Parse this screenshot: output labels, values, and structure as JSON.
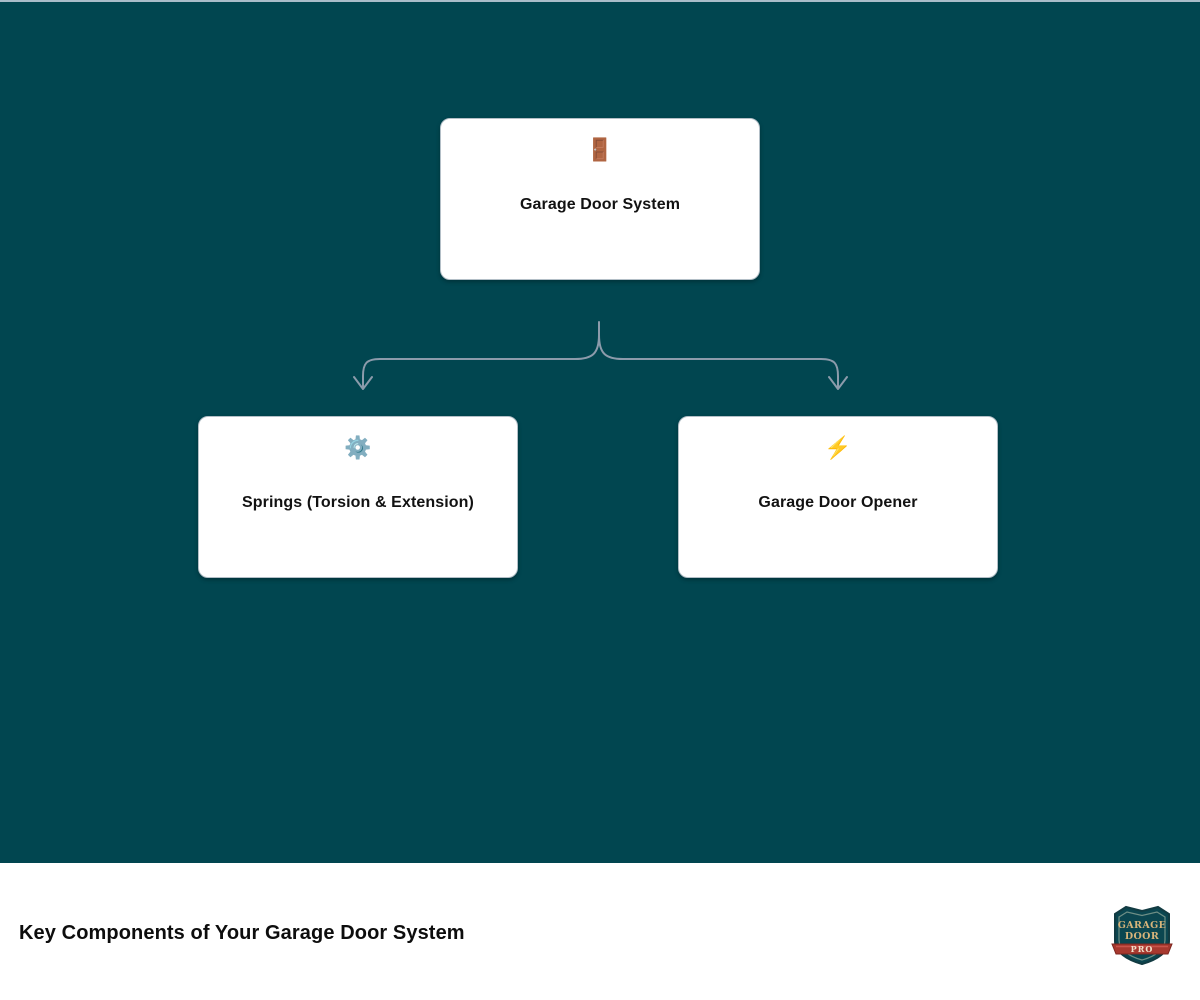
{
  "theme": {
    "canvas_bg": "#014650",
    "card_bg": "#ffffff",
    "card_border": "#b3bfc7",
    "connector_color": "#8c9bab",
    "footer_bg": "#ffffff",
    "footer_rule": "#a9bdc9",
    "title_color": "#0d0d0d",
    "logo_shield": "#0b4650",
    "logo_text": "#d8b47a",
    "logo_ribbon": "#a8392f"
  },
  "diagram": {
    "type": "hierarchy",
    "root": {
      "id": "garage-door-system",
      "icon": "door-icon",
      "icon_glyph": "🚪",
      "label": "Garage Door System"
    },
    "children": [
      {
        "id": "springs",
        "icon": "gear-icon",
        "icon_glyph": "⚙️",
        "label": "Springs (Torsion & Extension)"
      },
      {
        "id": "opener",
        "icon": "lightning-bolt-icon",
        "icon_glyph": "⚡",
        "label": "Garage Door Opener"
      }
    ],
    "connectors": [
      {
        "from": "garage-door-system",
        "to": "springs",
        "style": "curved-arrow"
      },
      {
        "from": "garage-door-system",
        "to": "opener",
        "style": "curved-arrow"
      }
    ]
  },
  "footer": {
    "title": "Key Components of Your Garage Door System",
    "logo": {
      "name": "garage-door-pro-logo",
      "line1": "GARAGE",
      "line2": "DOOR",
      "line3": "PRO"
    }
  }
}
